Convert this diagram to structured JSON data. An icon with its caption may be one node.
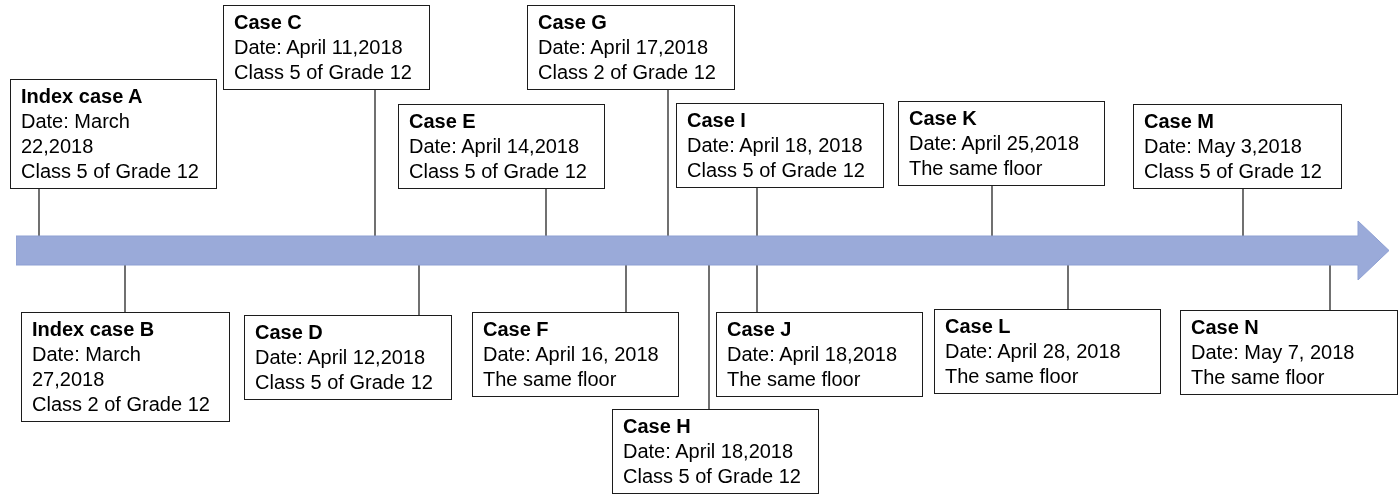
{
  "diagram": {
    "nodes": [
      {
        "text": [
          "Index case A",
          "Date: March 22,2018",
          "Class 5 of Grade 12"
        ]
      },
      {
        "text": [
          "Index case B",
          "Date: March 27,2018",
          "Class 2 of Grade 12"
        ]
      },
      {
        "text": [
          "Case C",
          "Date: April 11,2018",
          "Class 5 of Grade 12"
        ]
      },
      {
        "text": [
          "Case D",
          "Date: April 12,2018",
          "Class 5 of Grade 12"
        ]
      },
      {
        "text": [
          "Case E",
          "Date: April 14,2018",
          "Class 5 of Grade 12"
        ]
      },
      {
        "text": [
          "Case F",
          "Date: April 16, 2018",
          "The same floor"
        ]
      },
      {
        "text": [
          "Case G",
          "Date: April 17,2018",
          "Class 2 of Grade 12"
        ]
      },
      {
        "text": [
          "Case H",
          "Date: April 18,2018",
          "Class 5 of Grade 12"
        ]
      },
      {
        "text": [
          "Case I",
          "Date: April 18, 2018",
          "Class 5 of Grade 12"
        ]
      },
      {
        "text": [
          "Case J",
          "Date: April 18,2018",
          "The same floor"
        ]
      },
      {
        "text": [
          "Case K",
          "Date: April 25,2018",
          "The same floor"
        ]
      },
      {
        "text": [
          "Case L",
          "Date: April 28, 2018",
          "The same floor"
        ]
      },
      {
        "text": [
          "Case M",
          "Date: May 3,2018",
          "Class 5 of Grade 12"
        ]
      },
      {
        "text": [
          "Case N",
          "Date: May 7, 2018",
          "The same floor"
        ]
      },
      {
        "text": [],
        "shape": "arrow"
      }
    ],
    "edges": [
      {
        "from": 0,
        "to": 14,
        "arrow": "none"
      },
      {
        "from": 1,
        "to": 14,
        "arrow": "none"
      },
      {
        "from": 2,
        "to": 14,
        "arrow": "none"
      },
      {
        "from": 3,
        "to": 14,
        "arrow": "none"
      },
      {
        "from": 4,
        "to": 14,
        "arrow": "none"
      },
      {
        "from": 5,
        "to": 14,
        "arrow": "none"
      },
      {
        "from": 6,
        "to": 14,
        "arrow": "none"
      },
      {
        "from": 7,
        "to": 14,
        "arrow": "none"
      },
      {
        "from": 8,
        "to": 14,
        "arrow": "none"
      },
      {
        "from": 9,
        "to": 14,
        "arrow": "none"
      },
      {
        "from": 10,
        "to": 14,
        "arrow": "none"
      },
      {
        "from": 11,
        "to": 14,
        "arrow": "none"
      },
      {
        "from": 12,
        "to": 14,
        "arrow": "none"
      },
      {
        "from": 13,
        "to": 14,
        "arrow": "none"
      }
    ]
  }
}
